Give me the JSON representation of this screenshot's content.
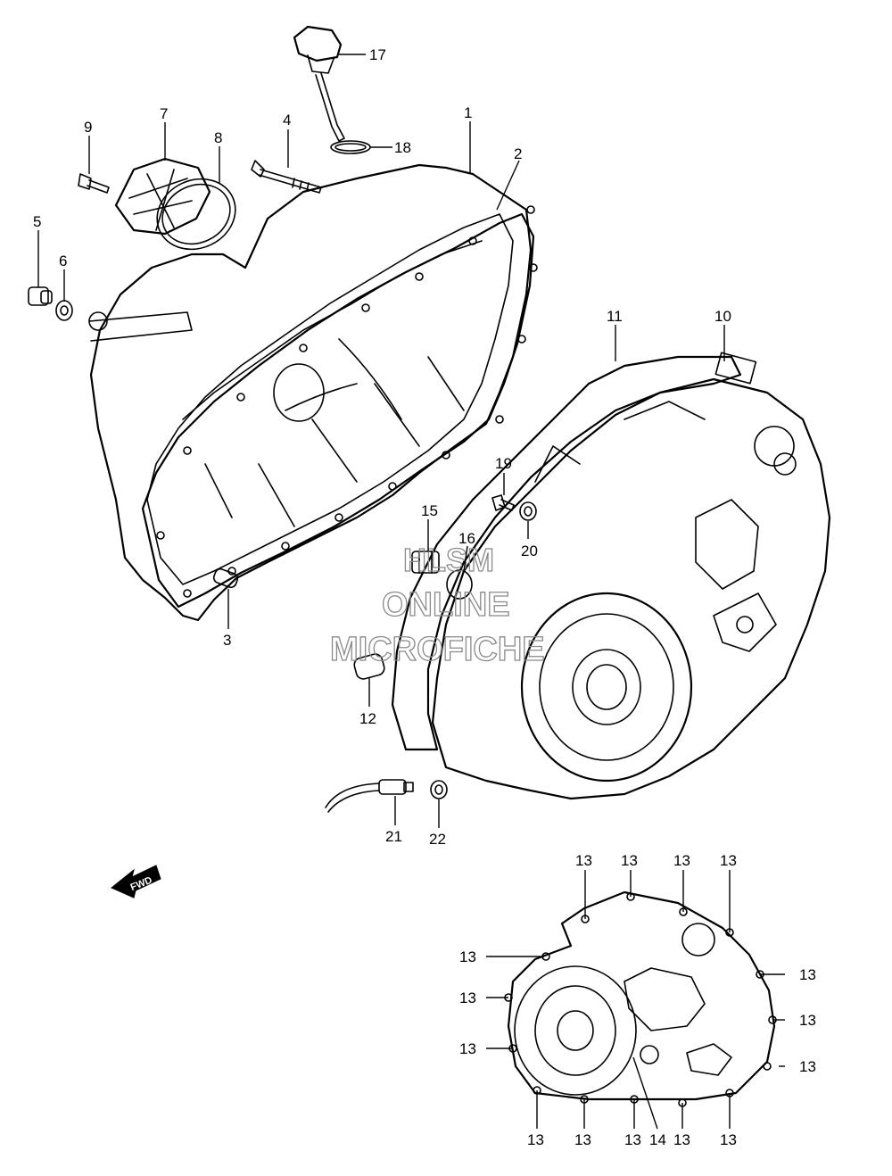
{
  "diagram": {
    "callouts": [
      {
        "id": "c1",
        "label": "1"
      },
      {
        "id": "c2",
        "label": "2"
      },
      {
        "id": "c3",
        "label": "3"
      },
      {
        "id": "c4",
        "label": "4"
      },
      {
        "id": "c5",
        "label": "5"
      },
      {
        "id": "c6",
        "label": "6"
      },
      {
        "id": "c7",
        "label": "7"
      },
      {
        "id": "c8",
        "label": "8"
      },
      {
        "id": "c9",
        "label": "9"
      },
      {
        "id": "c10",
        "label": "10"
      },
      {
        "id": "c11",
        "label": "11"
      },
      {
        "id": "c12",
        "label": "12"
      },
      {
        "id": "c14",
        "label": "14"
      },
      {
        "id": "c15",
        "label": "15"
      },
      {
        "id": "c16",
        "label": "16"
      },
      {
        "id": "c17",
        "label": "17"
      },
      {
        "id": "c18",
        "label": "18"
      },
      {
        "id": "c19",
        "label": "19"
      },
      {
        "id": "c20",
        "label": "20"
      },
      {
        "id": "c21",
        "label": "21"
      },
      {
        "id": "c22",
        "label": "22"
      }
    ],
    "bolt_callout_label": "13",
    "fwd_label": "FWD",
    "watermark": [
      "HLSM",
      "ONLINE",
      "MICROFICHE"
    ]
  }
}
